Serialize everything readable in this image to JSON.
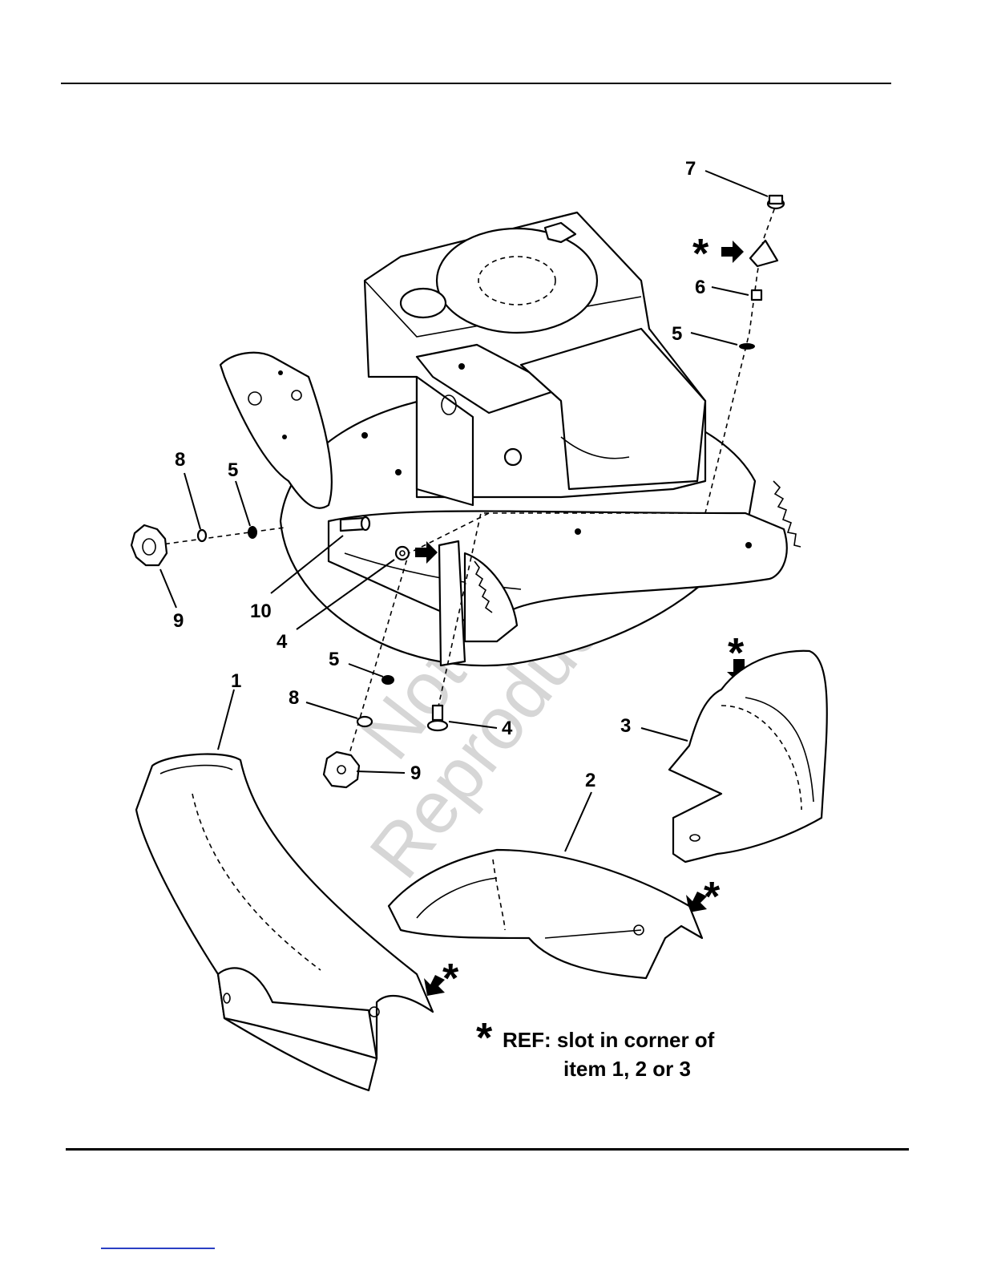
{
  "labels": {
    "l1": "1",
    "l2": "2",
    "l3": "3",
    "l4a": "4",
    "l4b": "4",
    "l5a": "5",
    "l5b": "5",
    "l5c": "5",
    "l6": "6",
    "l7": "7",
    "l8a": "8",
    "l8b": "8",
    "l9a": "9",
    "l9b": "9",
    "l10": "10"
  },
  "asterisk": "*",
  "note": {
    "line1": "REF: slot in corner of",
    "line2": "item 1, 2 or 3"
  },
  "watermark": {
    "line1": "Not for",
    "line2": "Reproduction"
  },
  "colors": {
    "ink": "#000000",
    "watermark": "#d6d6d6",
    "footer_link": "#2a3fc4"
  }
}
